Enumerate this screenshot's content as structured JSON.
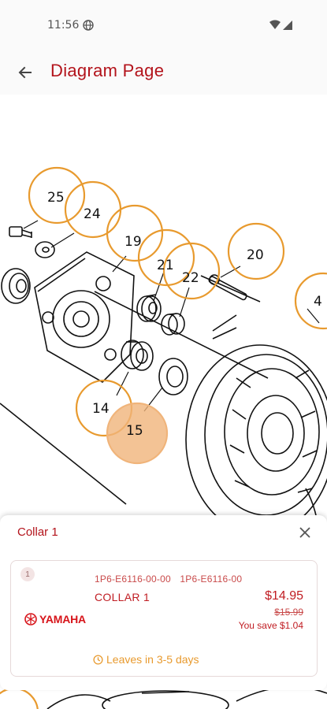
{
  "status_bar": {
    "time": "11:56"
  },
  "app_bar": {
    "title": "Diagram Page"
  },
  "diagram": {
    "callouts": [
      "25",
      "24",
      "19",
      "21",
      "22",
      "20",
      "4",
      "14",
      "15"
    ],
    "selected_callout": "15",
    "accent_color": "#e89a2e"
  },
  "sheet": {
    "title": "Collar 1",
    "part": {
      "quantity": "1",
      "part_numbers": [
        "1P6-E6116-00-00",
        "1P6-E6116-00"
      ],
      "name": "COLLAR 1",
      "brand": "YAMAHA",
      "price": "$14.95",
      "original_price": "$15.99",
      "savings": "You save $1.04",
      "shipping": "Leaves in 3-5 days"
    }
  }
}
